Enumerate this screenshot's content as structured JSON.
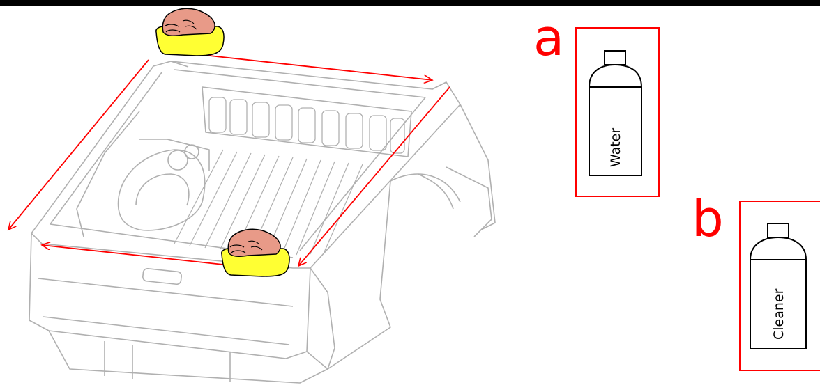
{
  "labels": {
    "a": "a",
    "b": "b",
    "bottle_a": "Water",
    "bottle_b": "Cleaner"
  },
  "colors": {
    "arrow": "#ff0000",
    "sponge": "#ffff33",
    "hand": "#e89a88",
    "truck_line": "#b0b0b0"
  },
  "icons": [
    "hand-with-sponge-icon",
    "spray-bottle-icon",
    "pickup-bed-illustration"
  ]
}
